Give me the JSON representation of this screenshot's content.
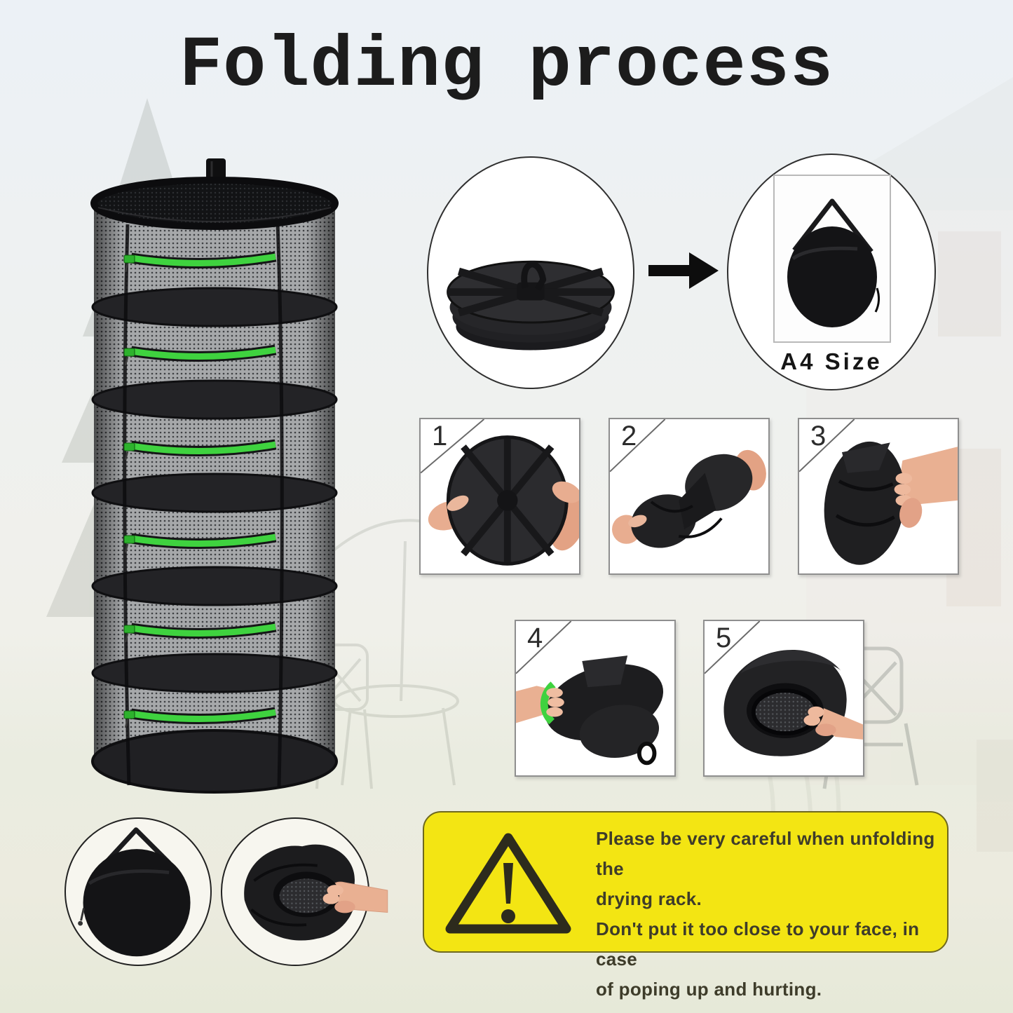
{
  "title": "Folding process",
  "flow": {
    "folded_icon": "folded-rack-stack-icon",
    "arrow_icon": "arrow-right-icon",
    "a4_bag_icon": "carry-bag-on-a4-sheet-icon",
    "a4_label": "A4 Size"
  },
  "steps": [
    {
      "number": "1",
      "icon": "hold-folded-disc-icon"
    },
    {
      "number": "2",
      "icon": "twist-figure-eight-icon"
    },
    {
      "number": "3",
      "icon": "fold-rings-together-icon"
    },
    {
      "number": "4",
      "icon": "compress-bundle-icon"
    },
    {
      "number": "5",
      "icon": "insert-into-bag-icon"
    }
  ],
  "storage": {
    "bag_icon": "carry-bag-icon",
    "unpack_icon": "pull-rack-from-bag-icon"
  },
  "warning": {
    "icon": "warning-triangle-icon",
    "lines": [
      "Please be very careful when unfolding the",
      "drying rack.",
      "Don't put it too close to your face, in case",
      "of poping up and hurting."
    ]
  },
  "product": {
    "illustration": "six-tier-mesh-drying-rack",
    "tiers": "6"
  },
  "colors": {
    "accent_green": "#3fd23f",
    "warning_yellow": "#f3e513",
    "warning_text": "#3e3c2a",
    "mesh_grey": "#a6a8aa",
    "fabric_black": "#1b1b1d"
  }
}
